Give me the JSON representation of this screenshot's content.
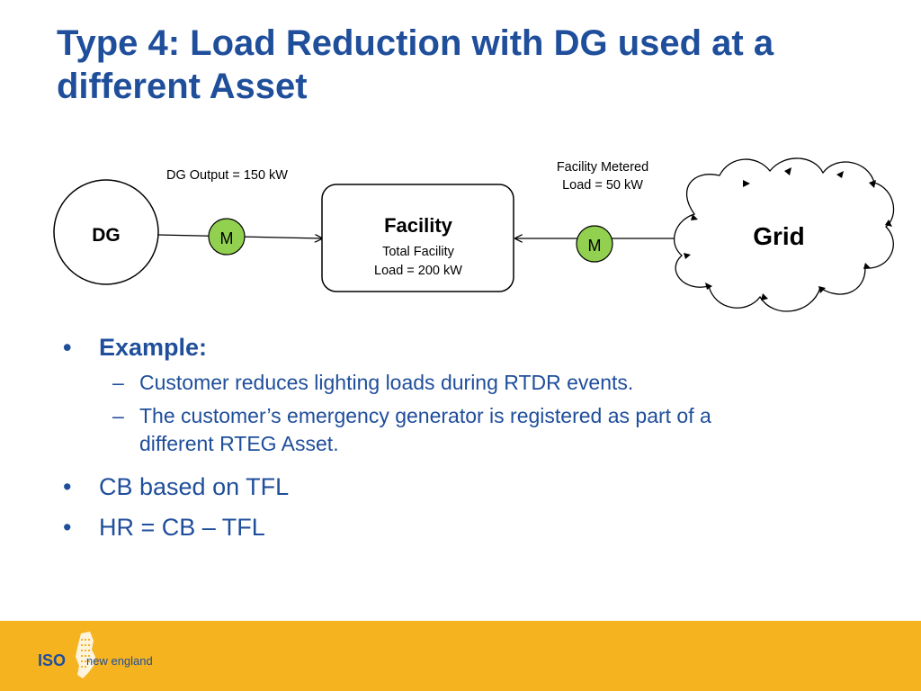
{
  "slide": {
    "title": "Type 4: Load Reduction with DG used at a different Asset"
  },
  "diagram": {
    "dg_label": "DG",
    "meter_label": "M",
    "dg_output": "DG Output = 150 kW",
    "facility_title": "Facility",
    "facility_line1": "Total Facility",
    "facility_line2": "Load = 200 kW",
    "metered_line1": "Facility Metered",
    "metered_line2": "Load = 50 kW",
    "grid_label": "Grid"
  },
  "bullets": {
    "example": "Example:",
    "sub1": "Customer reduces lighting loads during RTDR events.",
    "sub2_line1": "The customer’s emergency generator is registered as part of a",
    "sub2_line2": "different RTEG Asset.",
    "cb": "CB based on TFL",
    "hr": "HR = CB – TFL"
  },
  "footer": {
    "logo_iso": "ISO",
    "logo_ne": "new england",
    "colors": {
      "footer": "#f6b320",
      "title": "#1f4e9b",
      "meter": "#92d050"
    }
  }
}
